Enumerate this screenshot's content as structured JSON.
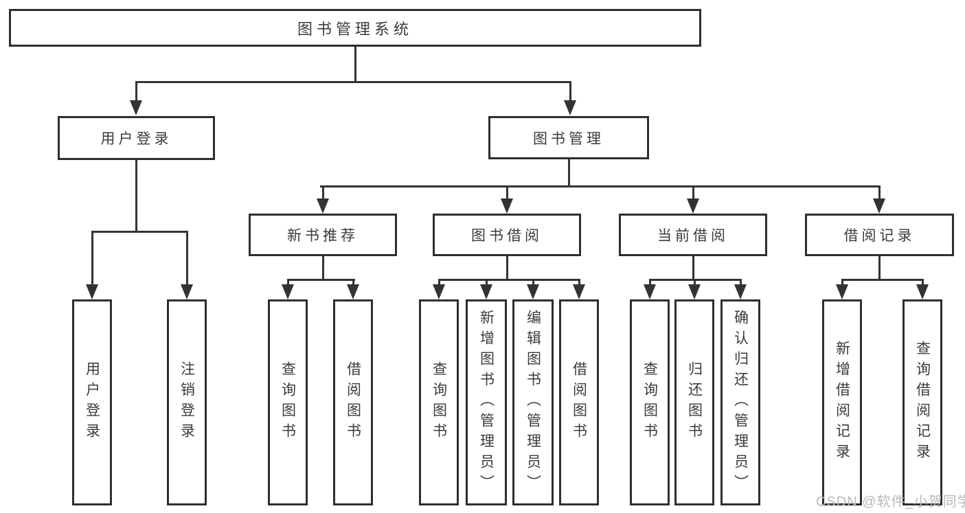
{
  "diagram": {
    "root": {
      "label": "图书管理系统"
    },
    "level2": [
      {
        "label": "用户登录"
      },
      {
        "label": "图书管理"
      }
    ],
    "level3": [
      {
        "label": "新书推荐"
      },
      {
        "label": "图书借阅"
      },
      {
        "label": "当前借阅"
      },
      {
        "label": "借阅记录"
      }
    ],
    "leaves": [
      {
        "label": "用户登录"
      },
      {
        "label": "注销登录"
      },
      {
        "label": "查询图书"
      },
      {
        "label": "借阅图书"
      },
      {
        "label": "查询图书"
      },
      {
        "label": "新增图书（管理员）"
      },
      {
        "label": "编辑图书（管理员）"
      },
      {
        "label": "借阅图书"
      },
      {
        "label": "查询图书"
      },
      {
        "label": "归还图书"
      },
      {
        "label": "确认归还（管理员）"
      },
      {
        "label": "新增借阅记录"
      },
      {
        "label": "查询借阅记录"
      }
    ]
  },
  "watermark": {
    "text": "CSDN @软件_小贺同学"
  },
  "colors": {
    "line": "#333333",
    "border": "#2e2e2e",
    "text": "#3b3b3b",
    "background": "#ffffff",
    "watermark": "#b9b9b9"
  }
}
